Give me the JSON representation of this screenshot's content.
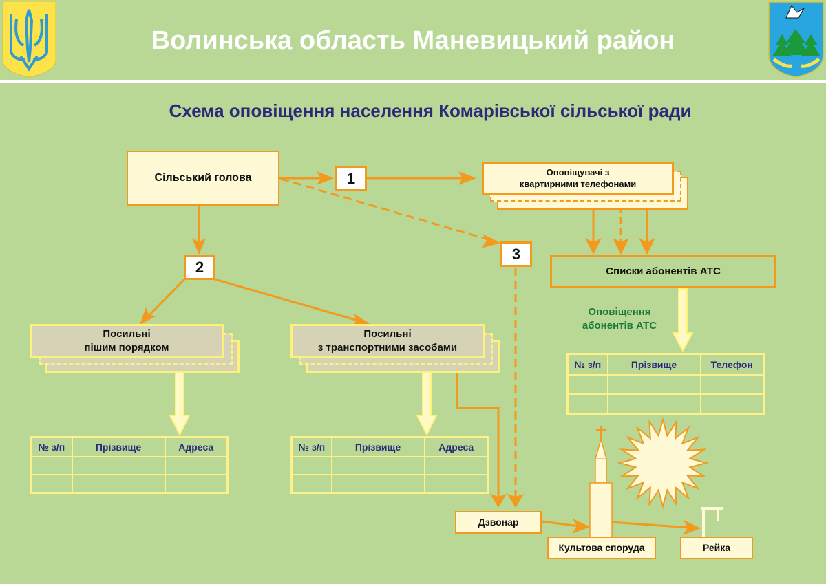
{
  "header": {
    "title": "Волинська область Маневицький район",
    "left_emblem": "coat-of-arms-ukraine",
    "right_emblem": "coat-of-arms-manevychi-district"
  },
  "subtitle": "Схема оповіщення населення Комарівської сільської ради",
  "nodes": {
    "head": "Сільський голова",
    "step1": "1",
    "step2": "2",
    "step3": "3",
    "notifiers": [
      "Оповіщувачі з",
      "квартирними  телефонами"
    ],
    "ats_lists": "Списки абонентів АТС",
    "ats_label": [
      "Оповіщення",
      "абонентів АТС"
    ],
    "couriers_foot": [
      "Посильні",
      "пішим порядком"
    ],
    "couriers_transport": [
      "Посильні",
      "з транспортними засобами"
    ],
    "bellringer": "Дзвонар",
    "church": "Культова споруда",
    "rail": "Рейка"
  },
  "tables": {
    "foot": {
      "headers": [
        "№ з/п",
        "Прізвище",
        "Адреса"
      ],
      "rows": [
        [
          "",
          "",
          ""
        ],
        [
          "",
          "",
          ""
        ]
      ]
    },
    "transport": {
      "headers": [
        "№ з/п",
        "Прізвище",
        "Адреса"
      ],
      "rows": [
        [
          "",
          "",
          ""
        ],
        [
          "",
          "",
          ""
        ]
      ]
    },
    "ats": {
      "headers": [
        "№ з/п",
        "Прізвище",
        "Телефон"
      ],
      "rows": [
        [
          "",
          "",
          ""
        ],
        [
          "",
          "",
          ""
        ]
      ]
    }
  },
  "colors": {
    "background": "#b9d795",
    "accent_orange": "#f39a1e",
    "title_blue": "#2e2a7a",
    "box_cream": "#fff9d6",
    "yellow_border": "#fef27a",
    "label_green": "#1a7a3a"
  }
}
